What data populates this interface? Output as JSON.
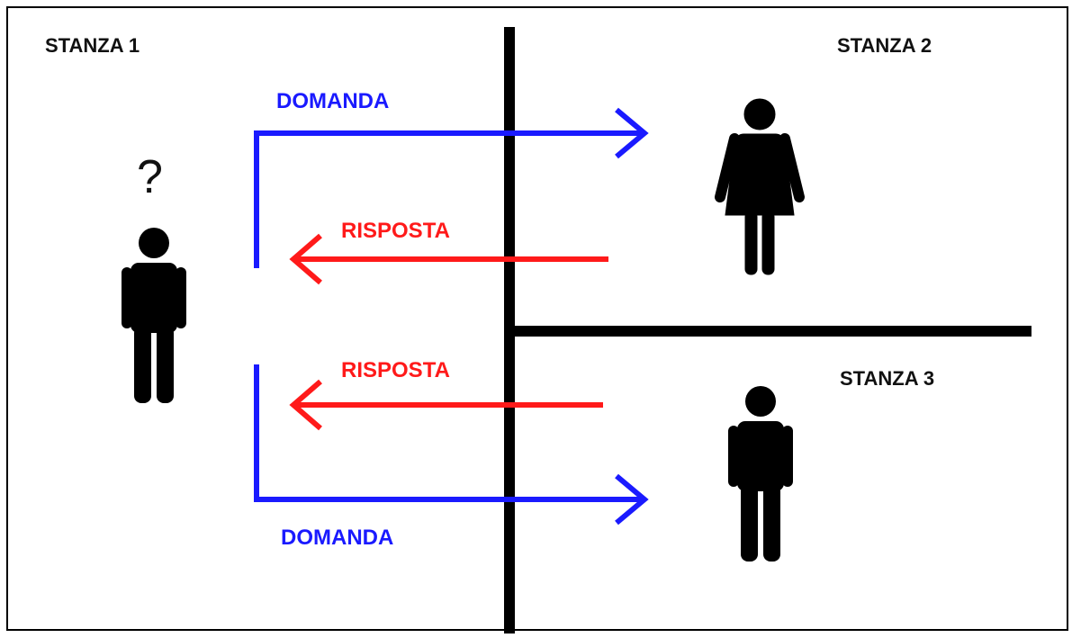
{
  "rooms": {
    "room1": "STANZA 1",
    "room2": "STANZA 2",
    "room3": "STANZA 3"
  },
  "questioner_symbol": "?",
  "arrows": {
    "question_top": "DOMANDA",
    "answer_top": "RISPOSTA",
    "answer_bottom": "RISPOSTA",
    "question_bottom": "DOMANDA"
  },
  "colors": {
    "question": "#1a1aff",
    "answer": "#ff1a1a",
    "wall": "#000000",
    "text": "#111111",
    "figure": "#000000"
  },
  "figures": {
    "room1": "man-icon",
    "room2": "woman-icon",
    "room3": "man-icon"
  }
}
